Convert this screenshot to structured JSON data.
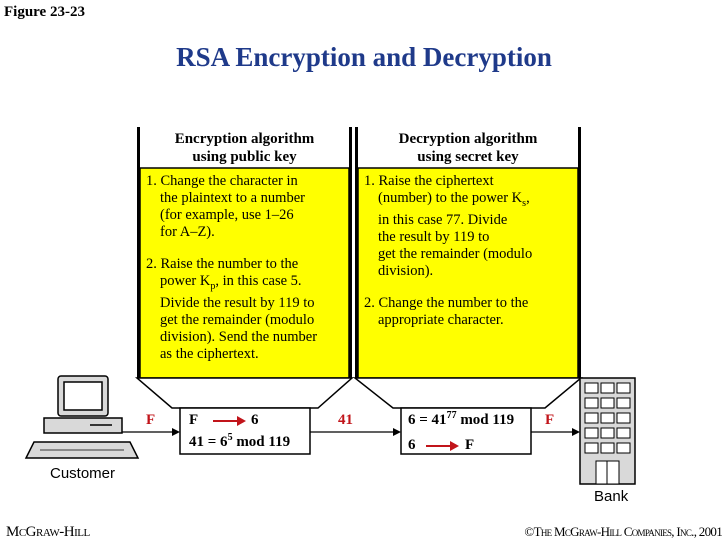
{
  "figure_label": "Figure 23-23",
  "title": "RSA Encryption and Decryption",
  "encryption": {
    "heading_line1": "Encryption algorithm",
    "heading_line2": "using public key",
    "steps": [
      "1. Change the character in",
      "    the plaintext to a number",
      "    (for example, use 1–26",
      "    for A–Z).",
      "2. Raise the number to the",
      "    power K",
      "    Divide the result by 119 to",
      "    get the remainder (modulo",
      "    division). Send the number",
      "    as the ciphertext."
    ],
    "step2_power_sub": "p",
    "step2_power_suffix": ", in this case 5.",
    "box_line1_left": "F",
    "box_line1_right": "6",
    "box_line2_prefix": "41 = 6",
    "box_line2_exp": "5",
    "box_line2_suffix": " mod 119"
  },
  "decryption": {
    "heading_line1": "Decryption algorithm",
    "heading_line2": "using secret key",
    "steps": [
      "1. Raise the ciphertext",
      "    (number) to the power K",
      "    in this case 77.  Divide",
      "    the result by 119 to",
      "    get the remainder (modulo",
      "    division).",
      "2. Change the number to the",
      "    appropriate character."
    ],
    "step1_power_sub": "s",
    "step1_power_suffix": ",",
    "box_line1_prefix": "6 = 41",
    "box_line1_exp": "77",
    "box_line1_suffix": " mod 119",
    "box_line2_left": "6",
    "box_line2_right": "F"
  },
  "flow": {
    "input_letter": "F",
    "ciphertext": "41",
    "output_letter": "F"
  },
  "labels": {
    "customer": "Customer",
    "bank": "Bank"
  },
  "footer": {
    "left": "McGraw-Hill",
    "right": "©The McGraw-Hill Companies, Inc., 2001"
  },
  "colors": {
    "panel_fill": "#ffff00",
    "title_color": "#1f3a8a",
    "accent_red": "#c1141a"
  }
}
